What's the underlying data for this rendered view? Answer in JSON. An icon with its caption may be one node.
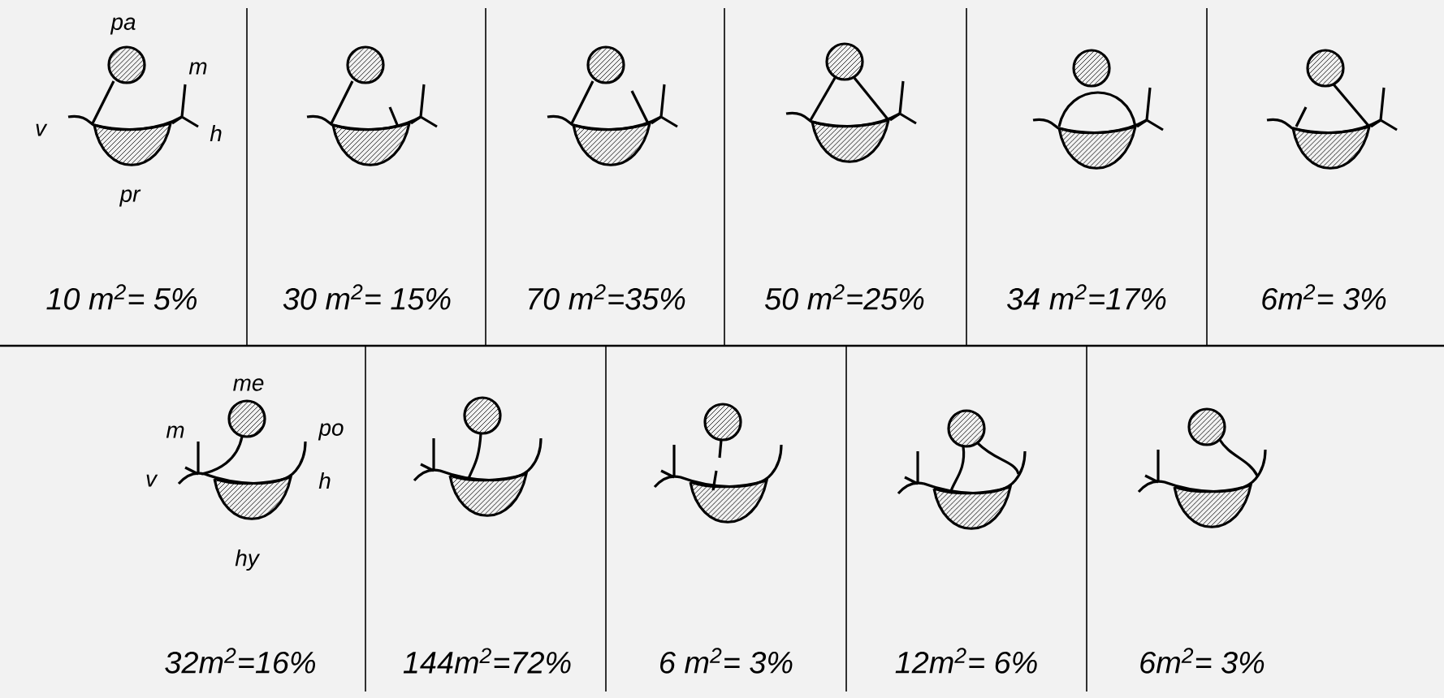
{
  "diagram": {
    "labels": [
      "pa",
      "m",
      "v",
      "h",
      "pr",
      "10 m$^{2}$= 5%",
      "30 m$^{2}$= 15%",
      "70 m$^{2}$=35%",
      "50 m$^{2}$=25%",
      "34 m$^{2}$=17%",
      "6m$^{2}$= 3%",
      "me",
      "m",
      "po",
      "v",
      "h",
      "hy",
      "32m$^{2}$=16%",
      "144m$^{2}$=72%",
      "6 m$^{2}$= 3%",
      "12m$^{2}$= 6%",
      "6m$^{2}$= 3%"
    ]
  }
}
